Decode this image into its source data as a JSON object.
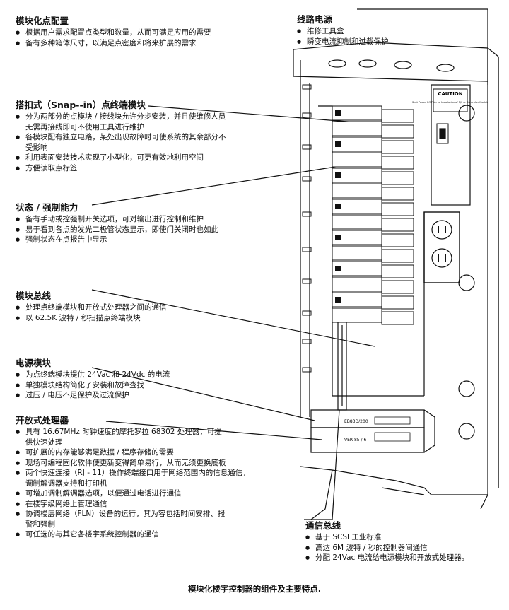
{
  "sections": {
    "point_config": {
      "heading": "模块化点配置",
      "items": [
        {
          "text": "根据用户需求配置点类型和数量，从而可满足应用的需要"
        },
        {
          "text": "备有多种箱体尺寸，以满足点密度和将来扩展的需求"
        }
      ]
    },
    "snapin": {
      "heading": "搭扣式（Snap--in）点终端模块",
      "items": [
        {
          "text": "分为两部分的点模块 / 接线块允许分步安装，并且使维修人员",
          "cont": "无需再接线即可不使用工具进行维护"
        },
        {
          "text": "各模块配有独立电路，某处出现故障时可使系统的其余部分不",
          "cont": "受影响"
        },
        {
          "text": "利用表面安装技术实现了小型化，可更有效地利用空间"
        },
        {
          "text": "方便读取点标签"
        }
      ]
    },
    "status": {
      "heading": "状态 / 强制能力",
      "items": [
        {
          "text": "备有手动或控强制开关选项，可对输出进行控制和维护"
        },
        {
          "text": "易于看到各点的发光二极管状态显示，即使门关闭时也如此"
        },
        {
          "text": "强制状态在点报告中显示"
        }
      ]
    },
    "module_bus": {
      "heading": "模块总线",
      "items": [
        {
          "text": "处理点终端模块和开放式处理器之间的通信"
        },
        {
          "text": "以 62.5K 波特 / 秒扫描点终端模块"
        }
      ]
    },
    "power_module": {
      "heading": "电源模块",
      "items": [
        {
          "text": "为点终端模块提供 24Vac 和 24Vdc 的电流"
        },
        {
          "text": "单独模块结构简化了安装和故障查找"
        },
        {
          "text": "过压 / 电压不足保护及过流保护"
        }
      ]
    },
    "open_processor": {
      "heading": "开放式处理器",
      "items": [
        {
          "text": "具有 16.67MHz 时钟速度的摩托罗拉 68302 处理器，可提",
          "cont": "供快速处理"
        },
        {
          "text": "可扩展的内存能够满足数据 / 程序存储的需要"
        },
        {
          "text": "现场可编程固化软件使更新变得简单易行，从而无须更换底板"
        },
        {
          "text": "两个快速连接（RJ - 11）操作终端接口用于网络范围内的信息通信，",
          "cont": "调制解调器支持和打印机"
        },
        {
          "text": "可增加调制解调器选项，以便通过电话进行通信"
        },
        {
          "text": "在楼宇级网络上管理通信"
        },
        {
          "text": "协调楼层网络（FLN）设备的运行，其为容包括时间安排、报",
          "cont": "警和强制"
        },
        {
          "text": "可任选的与其它各楼宇系统控制器的通信"
        }
      ]
    },
    "line_power": {
      "heading": "线路电源",
      "items": [
        {
          "text": "维修工具盒"
        },
        {
          "text": "瞬变电流抑制和过载保护"
        }
      ]
    },
    "comm_bus": {
      "heading": "通信总线",
      "items": [
        {
          "text": "基于 SCSI 工业标准"
        },
        {
          "text": "高达 6M 波特 / 秒的控制器间通信"
        },
        {
          "text": "分配 24Vac 电流给电源模块和开放式处理器。"
        }
      ]
    }
  },
  "diagram": {
    "caution_label": "CAUTION",
    "caution_text": "Shut Power Off Prior to Installation of P/S or Controller Module",
    "processor_label": "EB83D/200",
    "terminal_label": "VER 85 / 6"
  },
  "caption": "模块化楼宇控制器的组件及主要特点."
}
